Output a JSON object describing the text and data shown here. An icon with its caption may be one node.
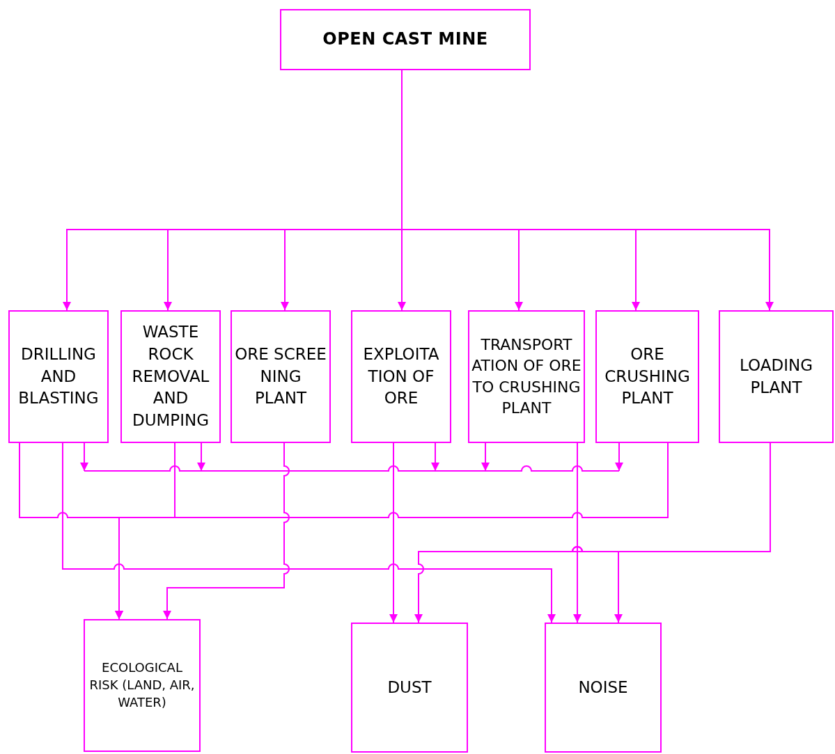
{
  "diagram": {
    "nodes": [
      {
        "text": [
          "OPEN CAST MINE"
        ]
      },
      {
        "text": [
          "DRILLING AND BLASTING"
        ]
      },
      {
        "text": [
          "WASTE ROCK REMOVAL AND DUMPING"
        ]
      },
      {
        "text": [
          "ORE SCREE NING PLANT"
        ]
      },
      {
        "text": [
          "EXPLOITA TION OF ORE"
        ]
      },
      {
        "text": [
          "TRANSPORT ATION OF ORE TO CRUSHING PLANT"
        ]
      },
      {
        "text": [
          "ORE CRUSHING PLANT"
        ]
      },
      {
        "text": [
          "LOADING PLANT"
        ]
      },
      {
        "text": [
          "ECOLOGICAL RISK (LAND, AIR, WATER)"
        ]
      },
      {
        "text": [
          "DUST"
        ]
      },
      {
        "text": [
          "NOISE"
        ]
      }
    ],
    "edges": [
      {
        "from": 0,
        "to": 1,
        "arrow": "to"
      },
      {
        "from": 0,
        "to": 2,
        "arrow": "to"
      },
      {
        "from": 0,
        "to": 3,
        "arrow": "to"
      },
      {
        "from": 0,
        "to": 4,
        "arrow": "to"
      },
      {
        "from": 0,
        "to": 5,
        "arrow": "to"
      },
      {
        "from": 0,
        "to": 6,
        "arrow": "to"
      },
      {
        "from": 0,
        "to": 7,
        "arrow": "to"
      },
      {
        "from": 1,
        "to": null,
        "arrow": "to"
      },
      {
        "from": 2,
        "to": null,
        "arrow": "to"
      },
      {
        "from": 4,
        "to": null,
        "arrow": "to"
      },
      {
        "from": 5,
        "to": null,
        "arrow": "to"
      },
      {
        "from": 6,
        "to": null,
        "arrow": "to"
      },
      {
        "from": 1,
        "to": 8,
        "arrow": "to"
      },
      {
        "from": 2,
        "to": 8,
        "arrow": "to"
      },
      {
        "from": 6,
        "to": 8,
        "arrow": "to"
      },
      {
        "from": 3,
        "to": 8,
        "arrow": "to"
      },
      {
        "from": 1,
        "to": 10,
        "arrow": "to"
      },
      {
        "from": 4,
        "to": 9,
        "arrow": "to"
      },
      {
        "from": 5,
        "to": 10,
        "arrow": "to"
      },
      {
        "from": 7,
        "to": 9,
        "arrow": "to"
      },
      {
        "from": 7,
        "to": 10,
        "arrow": "to"
      }
    ]
  }
}
